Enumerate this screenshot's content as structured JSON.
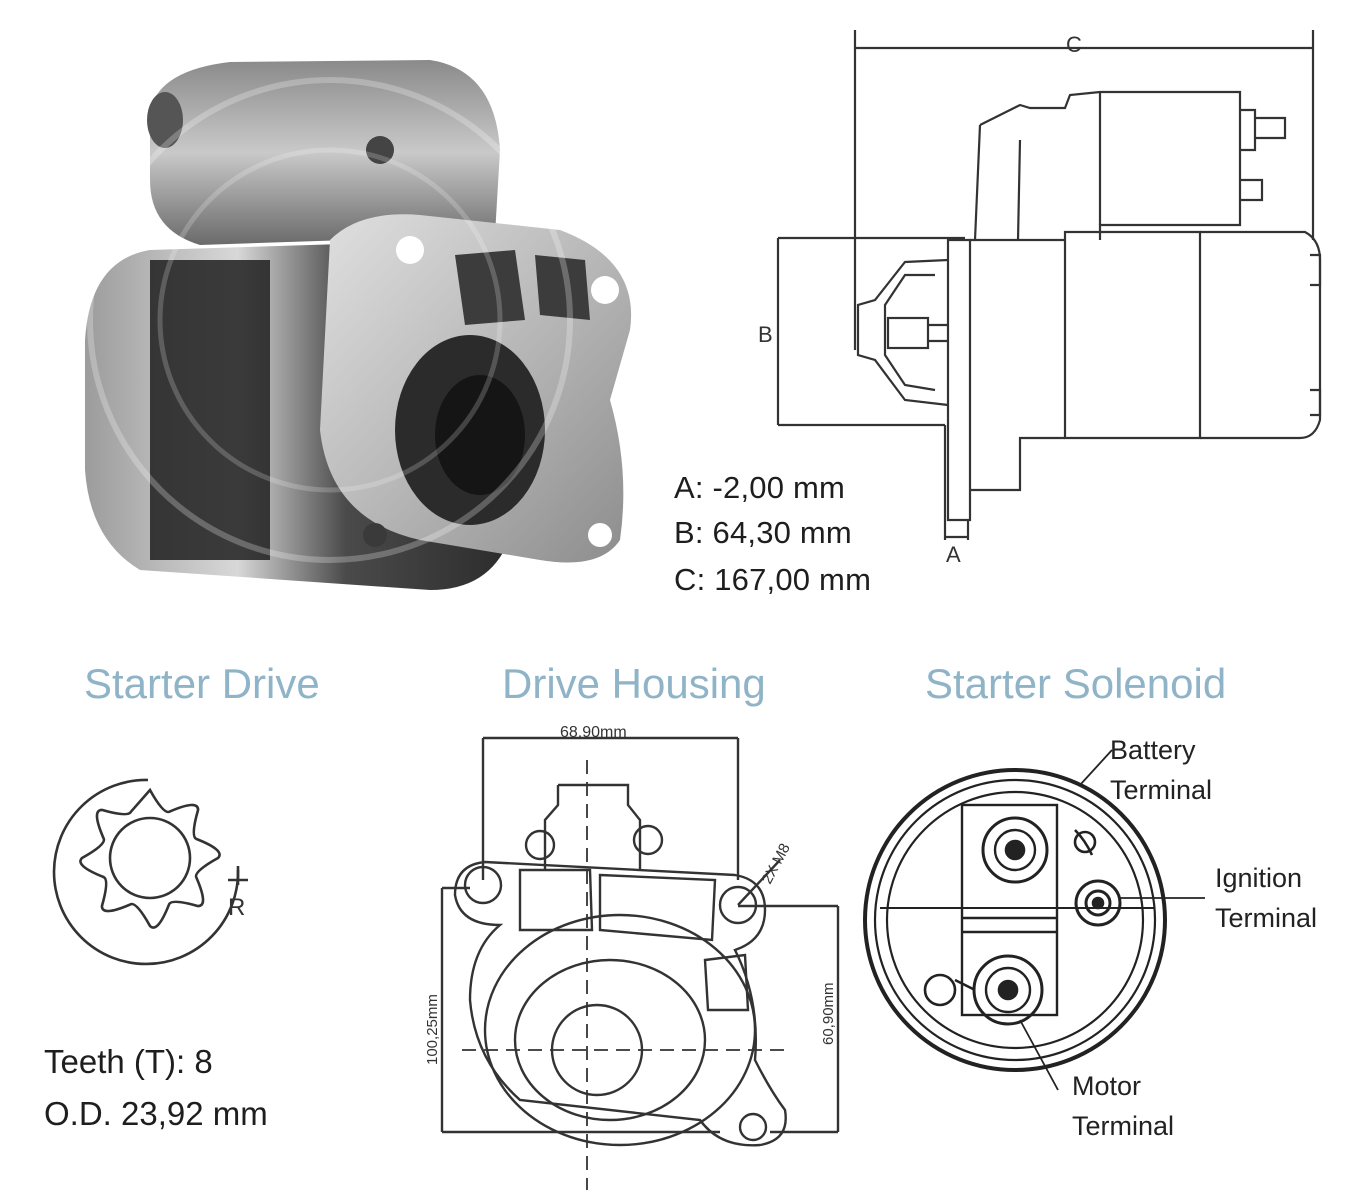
{
  "dimensions": {
    "a": "A: -2,00 mm",
    "b": "B: 64,30 mm",
    "c": "C: 167,00 mm",
    "label_a": "A",
    "label_b": "B",
    "label_c": "C"
  },
  "sections": {
    "starter_drive": "Starter Drive",
    "drive_housing": "Drive Housing",
    "starter_solenoid": "Starter Solenoid"
  },
  "drive": {
    "rotation_label": "R",
    "teeth": "Teeth (T):  8",
    "od": "O.D. 23,92 mm"
  },
  "housing": {
    "width": "68,90mm",
    "height": "100,25mm",
    "side": "60,90mm",
    "bolt": "2X M8"
  },
  "solenoid": {
    "battery_line1": "Battery",
    "battery_line2": "Terminal",
    "ignition_line1": "Ignition",
    "ignition_line2": "Terminal",
    "motor_line1": "Motor",
    "motor_line2": "Terminal"
  },
  "colors": {
    "title_accent": "#8fb3c7",
    "line": "#333333"
  }
}
